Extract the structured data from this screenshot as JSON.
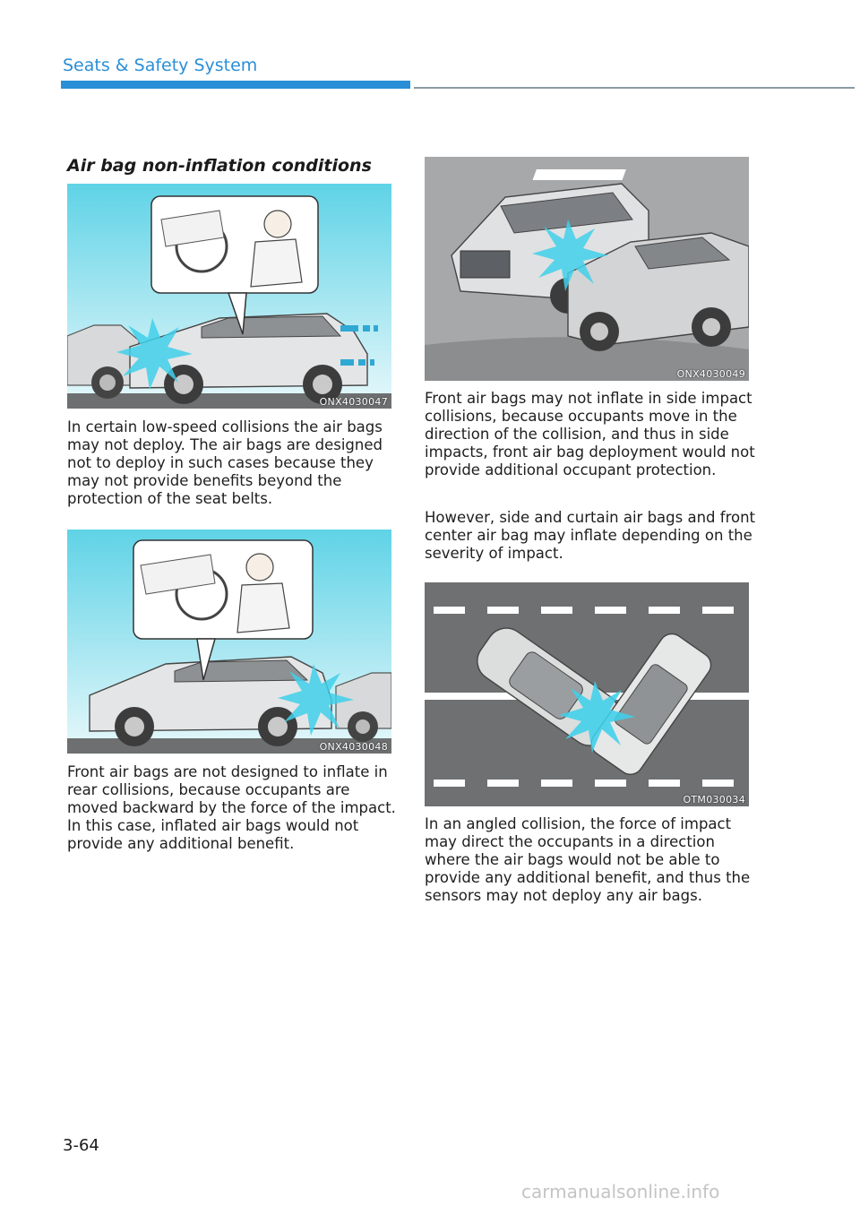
{
  "header": {
    "section_title": "Seats & Safety System"
  },
  "heading": "Air bag non-inflation conditions",
  "figures": [
    {
      "code": "ONX4030047"
    },
    {
      "code": "ONX4030048"
    },
    {
      "code": "ONX4030049"
    },
    {
      "code": "OTM030034"
    }
  ],
  "paragraphs": {
    "p1": "In certain low-speed collisions the air bags may not deploy. The air bags are designed not to deploy in such cases because they may not provide benefits beyond the protection of the seat belts.",
    "p2": "Front air bags are not designed to inflate in rear collisions, because occupants are moved backward by the force of the impact. In this case, inflated air bags would not provide any additional benefit.",
    "p3": "Front air bags may not inflate in side impact collisions, because occupants move in the direction of the collision, and thus in side impacts, front air bag deployment would not provide additional occupant protection.",
    "p4": "However, side and curtain air bags and front center air bag may inflate depending on the severity of impact.",
    "p5": "In an angled collision, the force of impact may direct the occupants in a direction where the air bags would not be able to provide any additional benefit, and thus the sensors may not deploy any air bags."
  },
  "footer": {
    "page_number": "3-64",
    "watermark": "carmanualsonline.info"
  },
  "colors": {
    "accent": "#2a8fd6",
    "impact": "#3fd0ea"
  }
}
